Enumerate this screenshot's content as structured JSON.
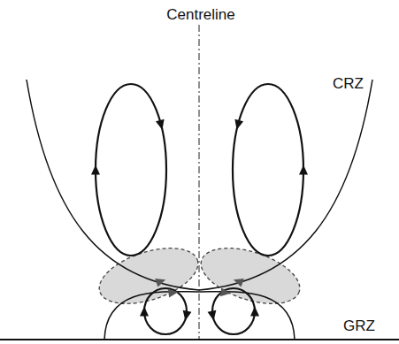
{
  "diagram": {
    "labels": [
      "Centreline",
      "CRZ",
      "GRZ"
    ]
  }
}
